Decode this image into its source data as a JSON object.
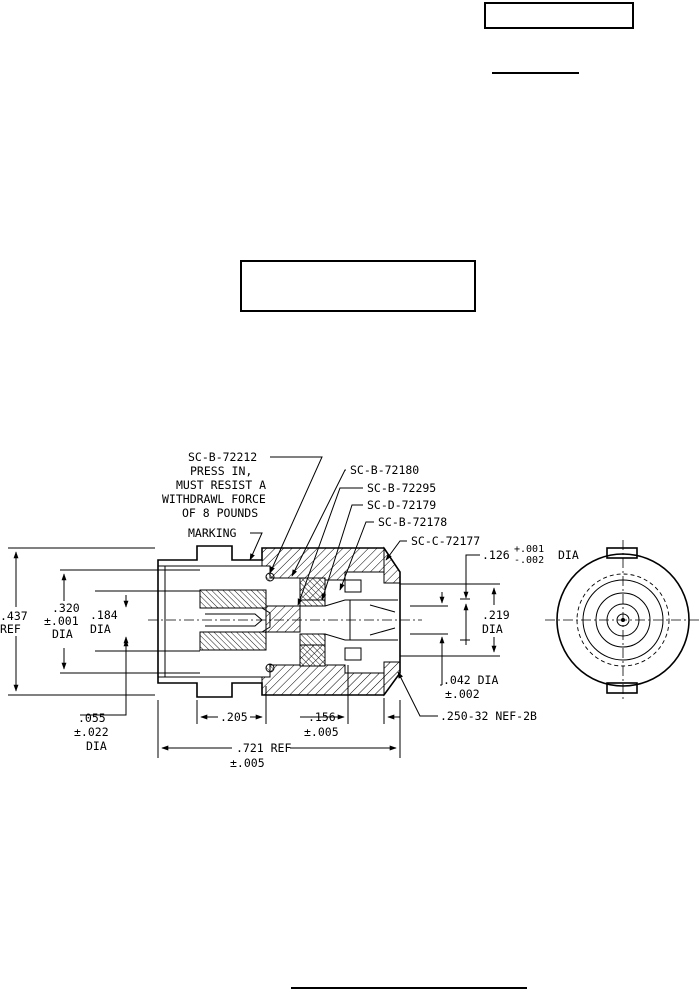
{
  "callouts": {
    "c1": [
      "SC-B-72212",
      "PRESS IN,",
      "MUST RESIST A",
      "WITHDRAWL FORCE",
      "OF 8 POUNDS"
    ],
    "marking": "MARKING",
    "c2": "SC-B-72180",
    "c3": "SC-B-72295",
    "c4": "SC-D-72179",
    "c5": "SC-B-72178",
    "c6": "SC-C-72177"
  },
  "dims": {
    "d437": [
      ".437",
      "REF"
    ],
    "d320": [
      ".320",
      "±.001",
      "DIA"
    ],
    "d184": [
      ".184",
      "DIA"
    ],
    "d126": [
      ".126",
      "+.001",
      "-.002",
      "DIA"
    ],
    "d219": [
      ".219",
      "DIA"
    ],
    "d042": [
      ".042 DIA",
      "±.002"
    ],
    "d055": [
      ".055",
      "±.022",
      "DIA"
    ],
    "d205": ".205",
    "d156": [
      ".156",
      "±.005"
    ],
    "thread": ".250-32 NEF-2B",
    "d721": [
      ".721 REF",
      "±.005"
    ]
  }
}
